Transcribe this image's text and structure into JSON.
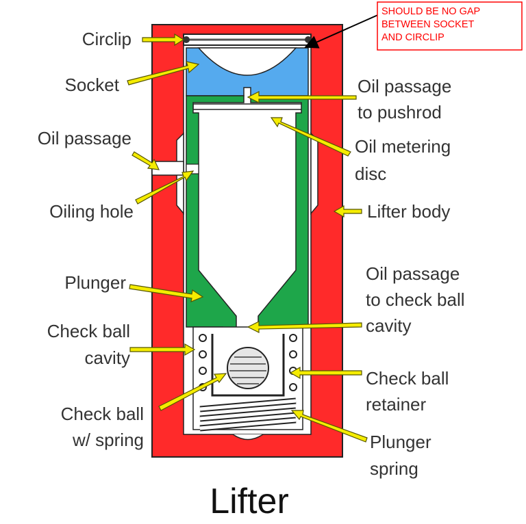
{
  "title": "Lifter",
  "note": {
    "lines": [
      "SHOULD BE NO GAP",
      "BETWEEN SOCKET",
      "AND CIRCLIP"
    ]
  },
  "labels": {
    "circlip": "Circlip",
    "socket": "Socket",
    "oil_passage": "Oil passage",
    "oiling_hole": "Oiling hole",
    "plunger": "Plunger",
    "check_ball_cavity": [
      "Check ball",
      "cavity"
    ],
    "check_ball_spring": [
      "Check ball",
      "w/ spring"
    ],
    "oil_passage_pushrod": [
      "Oil passage",
      "to pushrod"
    ],
    "oil_metering_disc": [
      "Oil metering",
      "disc"
    ],
    "lifter_body": "Lifter body",
    "oil_passage_check_ball": [
      "Oil passage",
      "to check ball",
      "cavity"
    ],
    "check_ball_retainer": [
      "Check ball",
      "retainer"
    ],
    "plunger_spring": [
      "Plunger",
      "spring"
    ]
  },
  "colors": {
    "body": "#ff2a2a",
    "socket": "#55aaee",
    "plunger": "#1ea64a",
    "arrow": "#f5ec00",
    "note": "#ff0000"
  }
}
